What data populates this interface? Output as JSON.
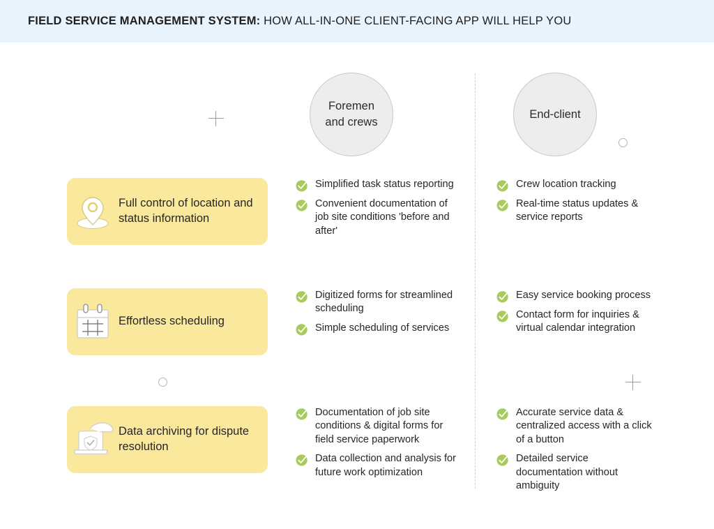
{
  "header": {
    "title_strong": "FIELD SERVICE MANAGEMENT SYSTEM:",
    "title_light": " HOW ALL-IN-ONE CLIENT-FACING APP WILL HELP YOU",
    "band_color": "#e9f3fb"
  },
  "colors": {
    "card_yellow": "#fae89c",
    "check_green": "#a8cc5c",
    "persona_gray": "#ededed",
    "divider_gray": "#cfcfcf"
  },
  "personas": [
    {
      "label_line1": "Foremen",
      "label_line2": "and crews",
      "name": "foremen-and-crews"
    },
    {
      "label_line1": "End-client",
      "label_line2": "",
      "name": "end-client"
    }
  ],
  "features": [
    {
      "icon": "location-pin-icon",
      "label": "Full control of location and status information"
    },
    {
      "icon": "calendar-icon",
      "label": "Effortless scheduling"
    },
    {
      "icon": "laptop-shield-icon",
      "label": "Data archiving for dispute resolution"
    }
  ],
  "benefits": {
    "foremen": [
      [
        "Simplified task status reporting",
        "Convenient documentation of job site conditions 'before and after'"
      ],
      [
        "Digitized forms for streamlined scheduling",
        "Simple scheduling of services"
      ],
      [
        "Documentation of job site conditions & digital forms for field service paperwork",
        "Data collection and analysis for future work optimization"
      ]
    ],
    "endclient": [
      [
        "Crew location tracking",
        "Real-time status updates & service reports"
      ],
      [
        "Easy service booking process",
        "Contact form for inquiries & virtual calendar integration"
      ],
      [
        "Accurate service data & centralized access with a click of a button",
        "Detailed service documentation without ambiguity"
      ]
    ]
  },
  "decorations": {
    "plus_marks": 2,
    "circle_marks": 2
  }
}
